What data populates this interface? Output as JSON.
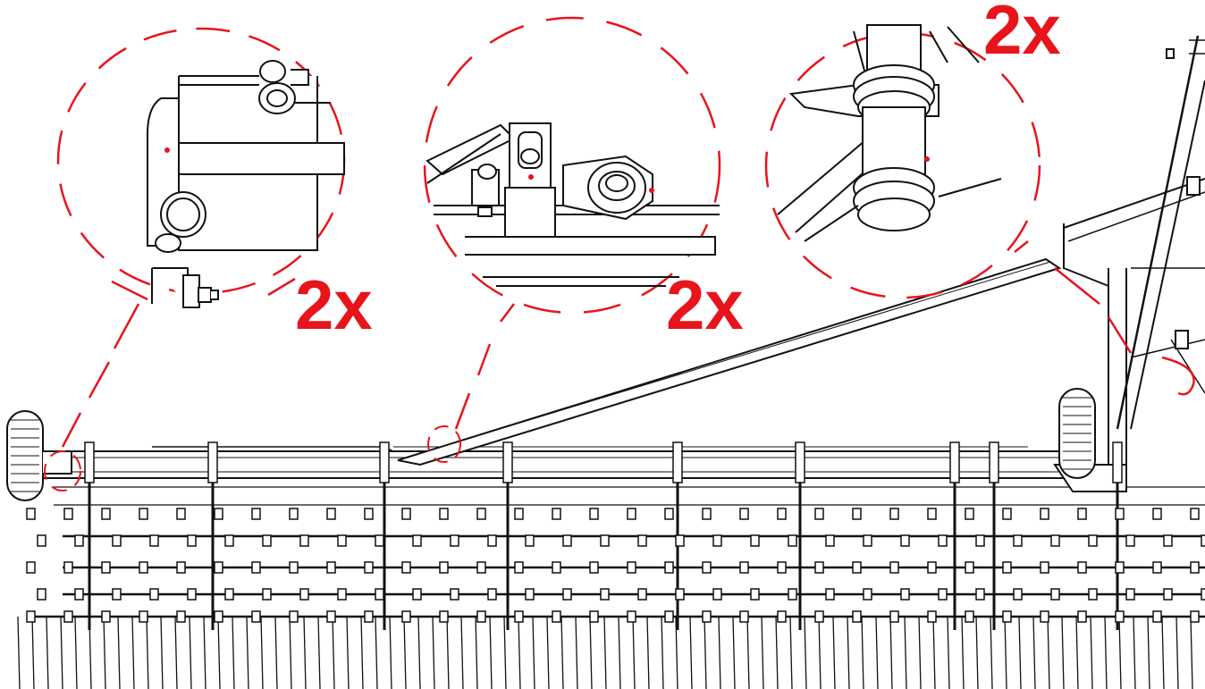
{
  "callouts": [
    {
      "id": "wheel-pivot-detail",
      "label": "2x"
    },
    {
      "id": "link-clevis-detail",
      "label": "2x"
    },
    {
      "id": "hitch-pin-detail",
      "label": "2x"
    }
  ],
  "colors": {
    "line": "#111111",
    "callout": "#e8141b",
    "background": "#ffffff"
  }
}
